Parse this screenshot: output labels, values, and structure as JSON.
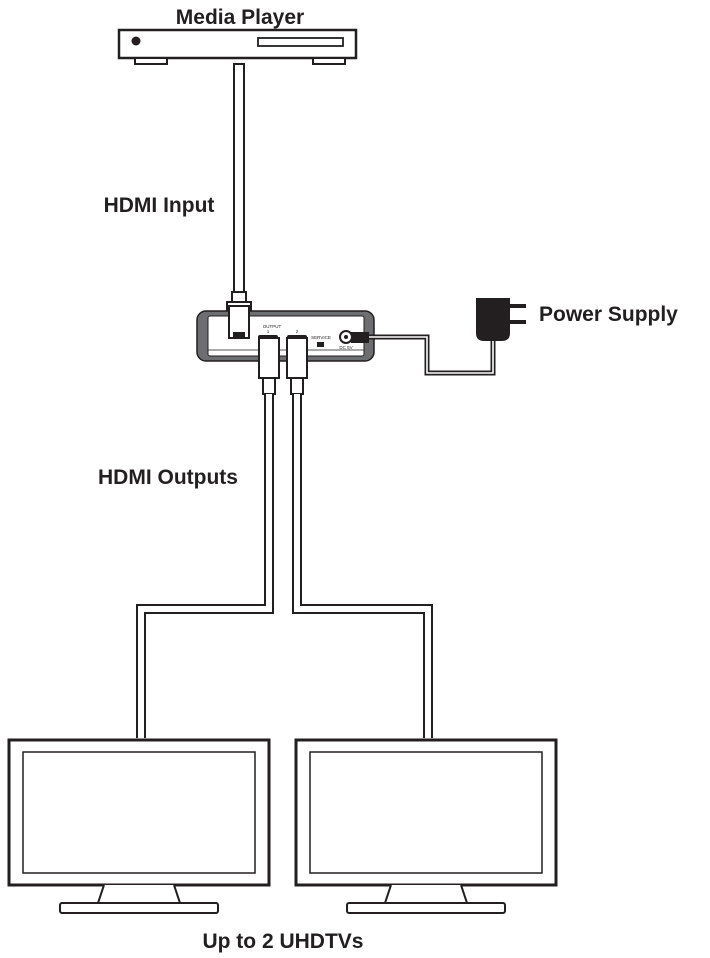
{
  "labels": {
    "media_player": "Media Player",
    "hdmi_input": "HDMI Input",
    "power_supply": "Power Supply",
    "hdmi_outputs": "HDMI Outputs",
    "displays": "Up to 2 UHDTVs"
  },
  "device_panel": {
    "output_group": "OUTPUT",
    "port_1": "1",
    "port_2": "2",
    "service_port": "SERVICE",
    "power_port": "DC 5V"
  },
  "colors": {
    "line": "#231f20",
    "device_body": "#6d6e71",
    "device_face": "#ffffff"
  }
}
